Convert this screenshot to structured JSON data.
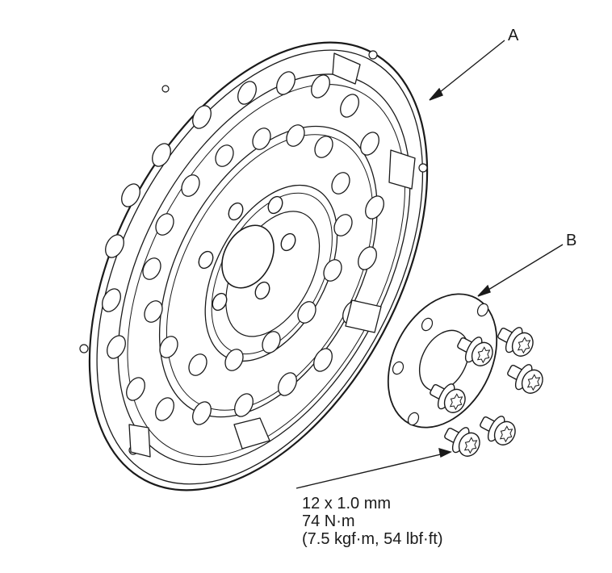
{
  "callouts": {
    "a": "A",
    "b": "B"
  },
  "spec": {
    "size": "12 x 1.0 mm",
    "torque_nm": "74 N·m",
    "torque_alt": "(7.5 kgf·m, 54 lbf·ft)"
  },
  "colors": {
    "line": "#1a1a1a",
    "fill": "#ffffff"
  }
}
